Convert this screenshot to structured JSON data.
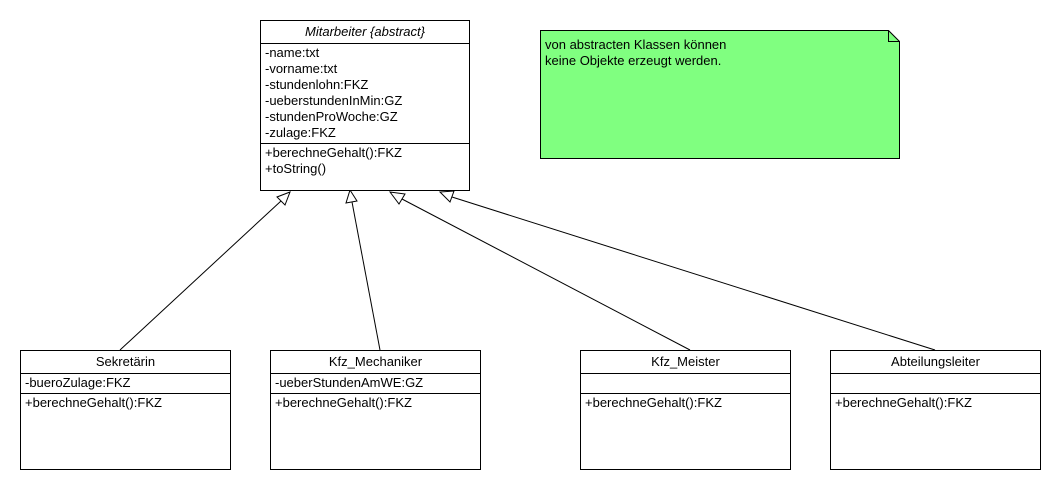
{
  "classes": {
    "mitarbeiter": {
      "name": "Mitarbeiter {abstract}",
      "attributes": [
        "-name:txt",
        "-vorname:txt",
        "-stundenlohn:FKZ",
        "-ueberstundenInMin:GZ",
        "-stundenProWoche:GZ",
        "-zulage:FKZ"
      ],
      "methods": [
        "+berechneGehalt():FKZ",
        "+toString()"
      ]
    },
    "sekretaerin": {
      "name": "Sekretärin",
      "attributes": [
        "-bueroZulage:FKZ"
      ],
      "methods": [
        "+berechneGehalt():FKZ"
      ]
    },
    "kfz_mechaniker": {
      "name": "Kfz_Mechaniker",
      "attributes": [
        "-ueberStundenAmWE:GZ"
      ],
      "methods": [
        "+berechneGehalt():FKZ"
      ]
    },
    "kfz_meister": {
      "name": "Kfz_Meister",
      "attributes": [],
      "methods": [
        "+berechneGehalt():FKZ"
      ]
    },
    "abteilungsleiter": {
      "name": "Abteilungsleiter",
      "attributes": [],
      "methods": [
        "+berechneGehalt():FKZ"
      ]
    }
  },
  "note": {
    "line1": "von abstracten Klassen können",
    "line2": "keine Objekte erzeugt werden."
  },
  "colors": {
    "note_fill": "#80ff80",
    "line": "#000000",
    "box_fill": "#ffffff"
  }
}
